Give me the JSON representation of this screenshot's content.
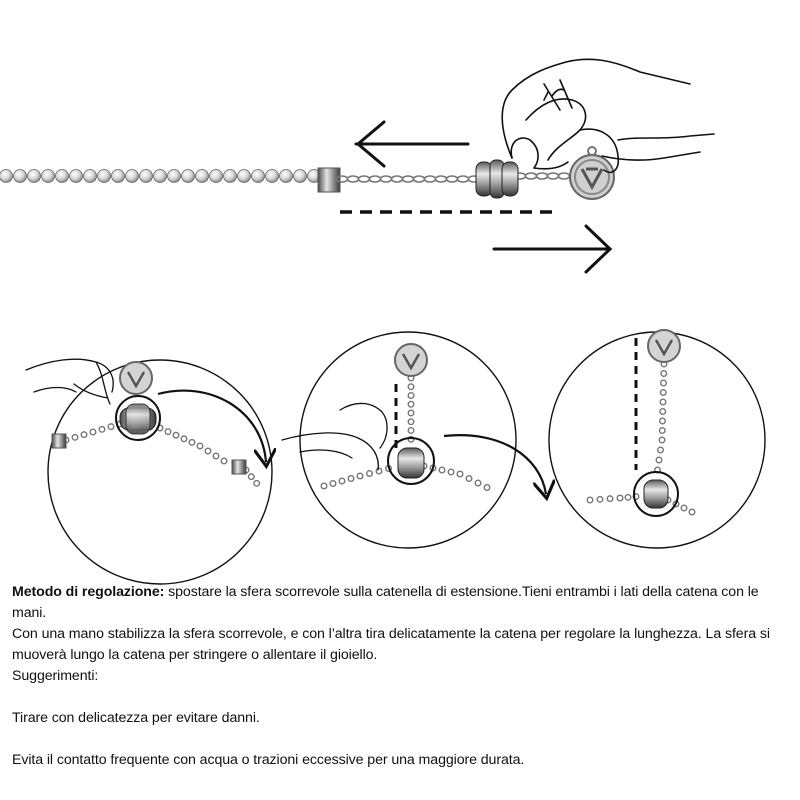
{
  "instructions": {
    "lead": "Metodo di regolazione:",
    "lead_rest": " spostare la sfera scorrevole sulla catenella di estensione.Tieni entrambi i lati della catena con le mani.",
    "line2": "Con una mano stabilizza la sfera scorrevole, e con l’altra tira delicatamente la catena per regolare la lunghezza. La sfera si",
    "line3": "muoverà lungo la catena per stringere o allentare il gioiello.",
    "tips_label": "Suggerimenti:",
    "tip1": "Tirare con delicatezza per evitare danni.",
    "tip2": "Evita il contatto frequente con acqua o trazioni eccessive per una maggiore durata."
  },
  "icons": {
    "pendant": "logo-pendant-icon",
    "hand": "hand-icon",
    "slider": "slider-bead-icon"
  },
  "colors": {
    "ink": "#111111",
    "metal": "#8e8e8e",
    "metal_dark": "#3c3c3c",
    "line": "#1a1a1a"
  }
}
